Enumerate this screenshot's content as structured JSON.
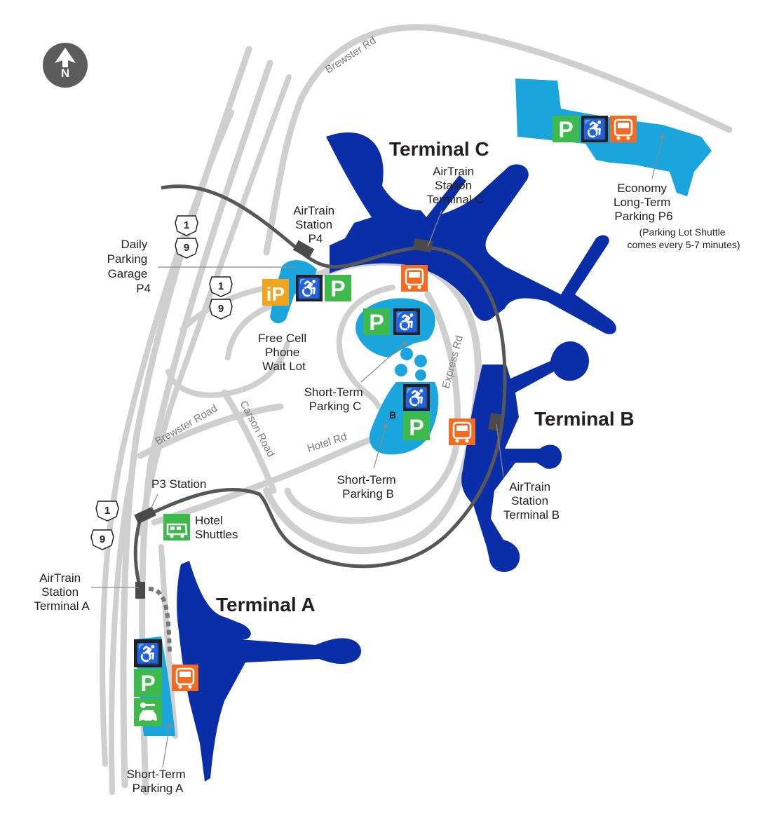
{
  "colors": {
    "terminal": "#0a2ea8",
    "parking": "#1aa6dd",
    "road": "#cfcfcf",
    "airtrain": "#575757",
    "parking_icon": "#3dba4b",
    "accessible_icon": "#231f20",
    "shuttle_icon": "#f26b21",
    "cellphone_icon": "#f2a51c"
  },
  "compass": {
    "letter": "N"
  },
  "terminals": {
    "a": "Terminal A",
    "b": "Terminal B",
    "c": "Terminal C"
  },
  "roads": {
    "brewster_rd": "Brewster Rd",
    "brewster_road": "Brewster Road",
    "carson_road": "Carson Road",
    "hotel_rd": "Hotel Rd",
    "express_rd": "Express Rd"
  },
  "route_shields": {
    "route_1": "1",
    "route_9": "9"
  },
  "labels": {
    "airtrain_c": [
      "AirTrain",
      "Station",
      "Terminal C"
    ],
    "airtrain_p4": [
      "AirTrain",
      "Station",
      "P4"
    ],
    "daily_parking": [
      "Daily",
      "Parking",
      "Garage",
      "P4"
    ],
    "free_cell": [
      "Free Cell",
      "Phone",
      "Wait Lot"
    ],
    "short_term_c": [
      "Short-Term",
      "Parking C"
    ],
    "short_term_b": [
      "Short-Term",
      "Parking B"
    ],
    "short_term_a": [
      "Short-Term",
      "Parking A"
    ],
    "airtrain_b": [
      "AirTrain",
      "Station",
      "Terminal B"
    ],
    "p3_station": "P3 Station",
    "hotel_shuttles": [
      "Hotel",
      "Shuttles"
    ],
    "airtrain_a": [
      "AirTrain",
      "Station",
      "Terminal A"
    ],
    "economy": [
      "Economy",
      "Long-Term",
      "Parking P6"
    ],
    "economy_note": [
      "(Parking Lot Shuttle",
      "comes every 5-7 minutes)"
    ],
    "lot_b_letter": "B"
  },
  "icons": {
    "parking": "P",
    "cellphone": "iP",
    "accessible": "♿",
    "shuttle_bus": "bus-icon",
    "hotel_shuttle": "van-icon",
    "rental_car": "car-key-icon"
  }
}
